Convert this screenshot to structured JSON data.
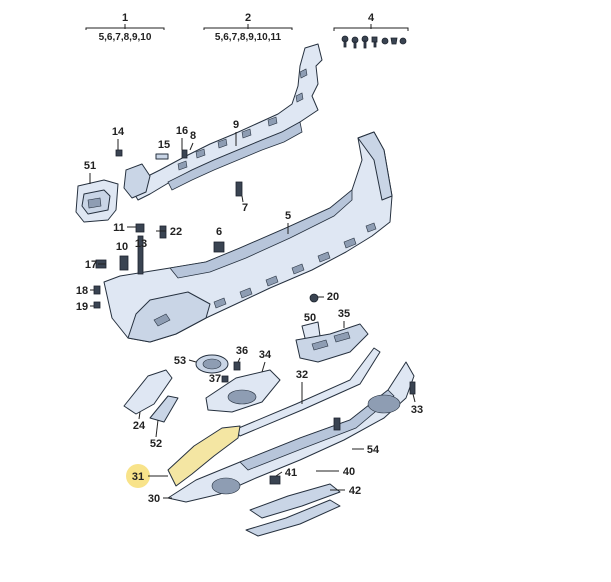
{
  "diagram": {
    "highlight_color": "#f8e38a",
    "highlighted_callout": "31",
    "groups": [
      {
        "number": "1",
        "components": "5,6,7,8,9,10"
      },
      {
        "number": "2",
        "components": "5,6,7,8,9,10,11"
      },
      {
        "number": "4",
        "components": ""
      }
    ],
    "callouts": [
      "14",
      "16",
      "8",
      "15",
      "9",
      "51",
      "7",
      "5",
      "11",
      "22",
      "6",
      "13",
      "10",
      "17",
      "18",
      "19",
      "20",
      "50",
      "35",
      "53",
      "36",
      "34",
      "37",
      "32",
      "24",
      "52",
      "54",
      "33",
      "31",
      "41",
      "40",
      "30",
      "42"
    ]
  }
}
